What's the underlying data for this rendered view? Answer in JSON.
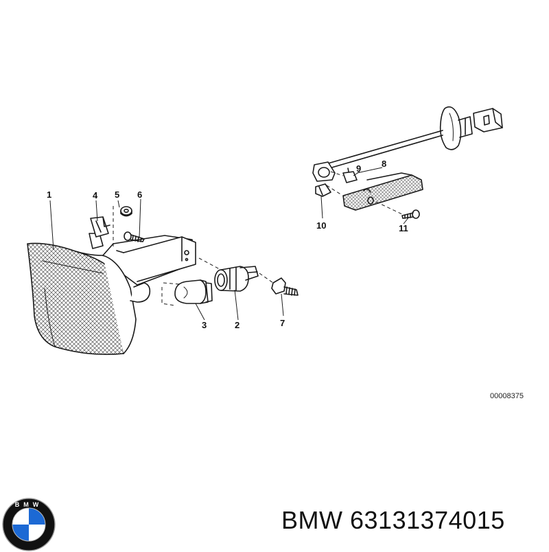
{
  "diagram": {
    "part_labels": [
      "1",
      "2",
      "3",
      "4",
      "5",
      "6",
      "7",
      "8",
      "9",
      "10",
      "11"
    ],
    "reference_code": "00008375"
  },
  "logo": {
    "letters": "BMW",
    "colors": {
      "ring": "#111111",
      "blue": "#1c69d4",
      "white": "#ffffff"
    }
  },
  "footer": {
    "brand": "BMW",
    "part_number": "63131374015"
  },
  "colors": {
    "line": "#1a1a1a",
    "background": "#ffffff"
  }
}
